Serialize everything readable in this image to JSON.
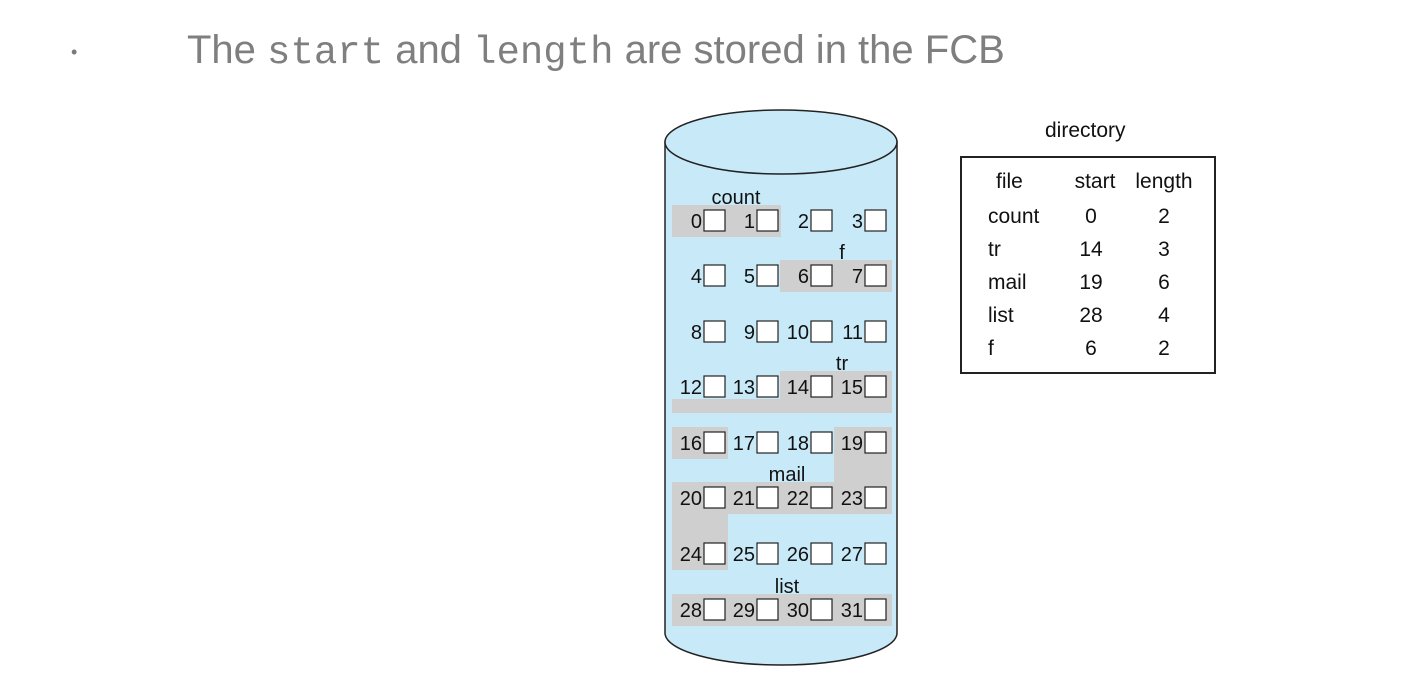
{
  "slide": {
    "bullet": "•",
    "headline": [
      {
        "text": "The ",
        "mono": false
      },
      {
        "text": "start",
        "mono": true
      },
      {
        "text": " and ",
        "mono": false
      },
      {
        "text": "length",
        "mono": true
      },
      {
        "text": " are stored in the FCB",
        "mono": false
      }
    ]
  },
  "disk": {
    "blocks": [
      "0",
      "1",
      "2",
      "3",
      "4",
      "5",
      "6",
      "7",
      "8",
      "9",
      "10",
      "11",
      "12",
      "13",
      "14",
      "15",
      "16",
      "17",
      "18",
      "19",
      "20",
      "21",
      "22",
      "23",
      "24",
      "25",
      "26",
      "27",
      "28",
      "29",
      "30",
      "31"
    ],
    "file_labels": [
      {
        "text": "count",
        "block": 0
      },
      {
        "text": "f",
        "block": 6
      },
      {
        "text": "tr",
        "block": 14
      },
      {
        "text": "mail",
        "block": 21
      },
      {
        "text": "list",
        "block": 28
      }
    ],
    "colors": {
      "body": "#c8e9f8",
      "outline": "#222222",
      "shade": "#cfcfcf"
    }
  },
  "directory": {
    "caption": "directory",
    "headers": {
      "file": "file",
      "start": "start",
      "length": "length"
    },
    "rows": [
      {
        "file": "count",
        "start": "0",
        "length": "2"
      },
      {
        "file": "tr",
        "start": "14",
        "length": "3"
      },
      {
        "file": "mail",
        "start": "19",
        "length": "6"
      },
      {
        "file": "list",
        "start": "28",
        "length": "4"
      },
      {
        "file": "f",
        "start": "6",
        "length": "2"
      }
    ]
  }
}
